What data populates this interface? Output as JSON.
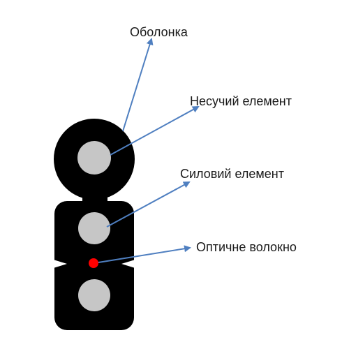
{
  "labels": {
    "sheath": "Оболонка",
    "carrier": "Несучий елемент",
    "strength": "Силовий елемент",
    "fiber": "Оптичне волокно"
  },
  "colors": {
    "cable_body": "#000000",
    "element_fill": "#c6c6c6",
    "fiber": "#ff0000",
    "arrow": "#4f7fc0",
    "text": "#1a1a1a",
    "background": "#ffffff"
  }
}
